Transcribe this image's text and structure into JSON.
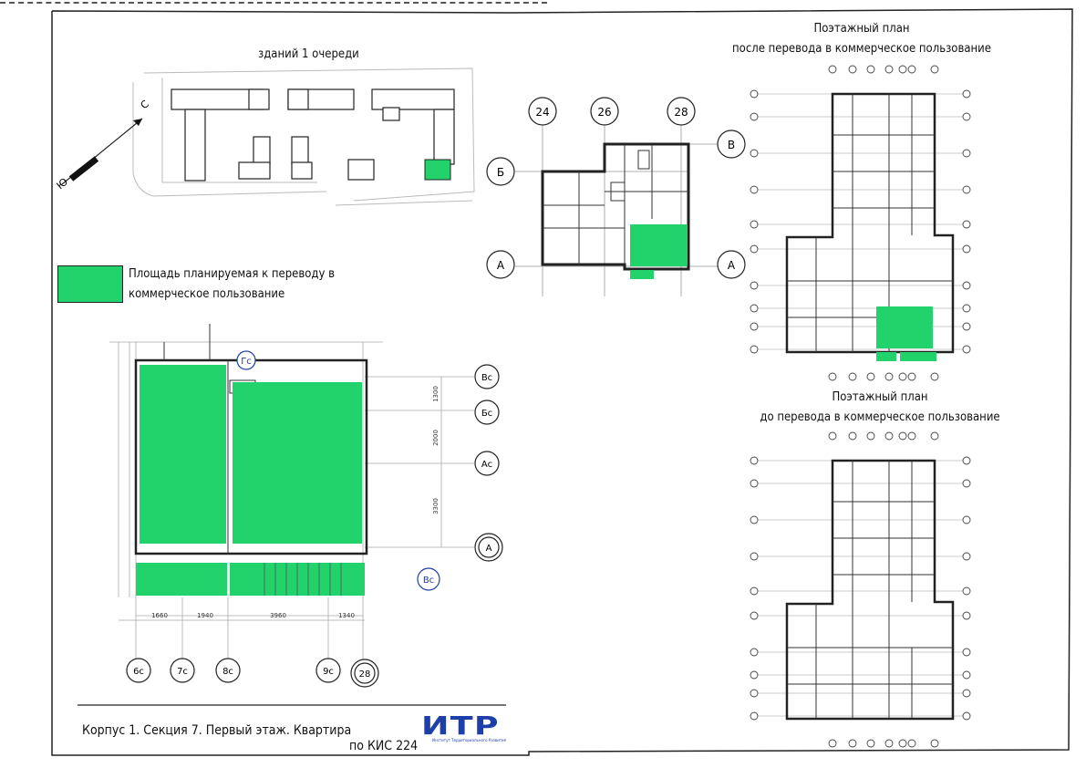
{
  "site_plan": {
    "title": "зданий 1 очереди",
    "compass_north": "С",
    "compass_south": "Ю"
  },
  "legend": {
    "text_line1": "Площадь планируемая к переводу в",
    "text_line2": "коммерческое пользование",
    "color": "#22d36b"
  },
  "plan_after": {
    "title_line1": "Поэтажный план",
    "title_line2": "после перевода в коммерческое пользование"
  },
  "plan_before": {
    "title_line1": "Поэтажный план",
    "title_line2": "до перевода в коммерческое пользование"
  },
  "section_plan": {
    "axes_top": [
      "24",
      "26",
      "28"
    ],
    "axes_side": [
      "Б",
      "А",
      "В",
      "А"
    ]
  },
  "detail_plan": {
    "axes_right": [
      "Вс",
      "Бс",
      "Ас",
      "А"
    ],
    "axis_gc": "Гс",
    "axis_bc2": "Вс",
    "axes_bottom": [
      "6с",
      "7с",
      "8с",
      "9с",
      "28"
    ],
    "dims_bottom": [
      "1660",
      "1940",
      "3960",
      "1340"
    ],
    "dims_right": [
      "1300",
      "2000",
      "3300"
    ]
  },
  "footer": {
    "caption": "Корпус 1. Секция 7. Первый этаж. Квартира",
    "caption2": "по КИС 224",
    "logo": "ИТР",
    "logo_sub": "Институт Территориального Развития"
  }
}
